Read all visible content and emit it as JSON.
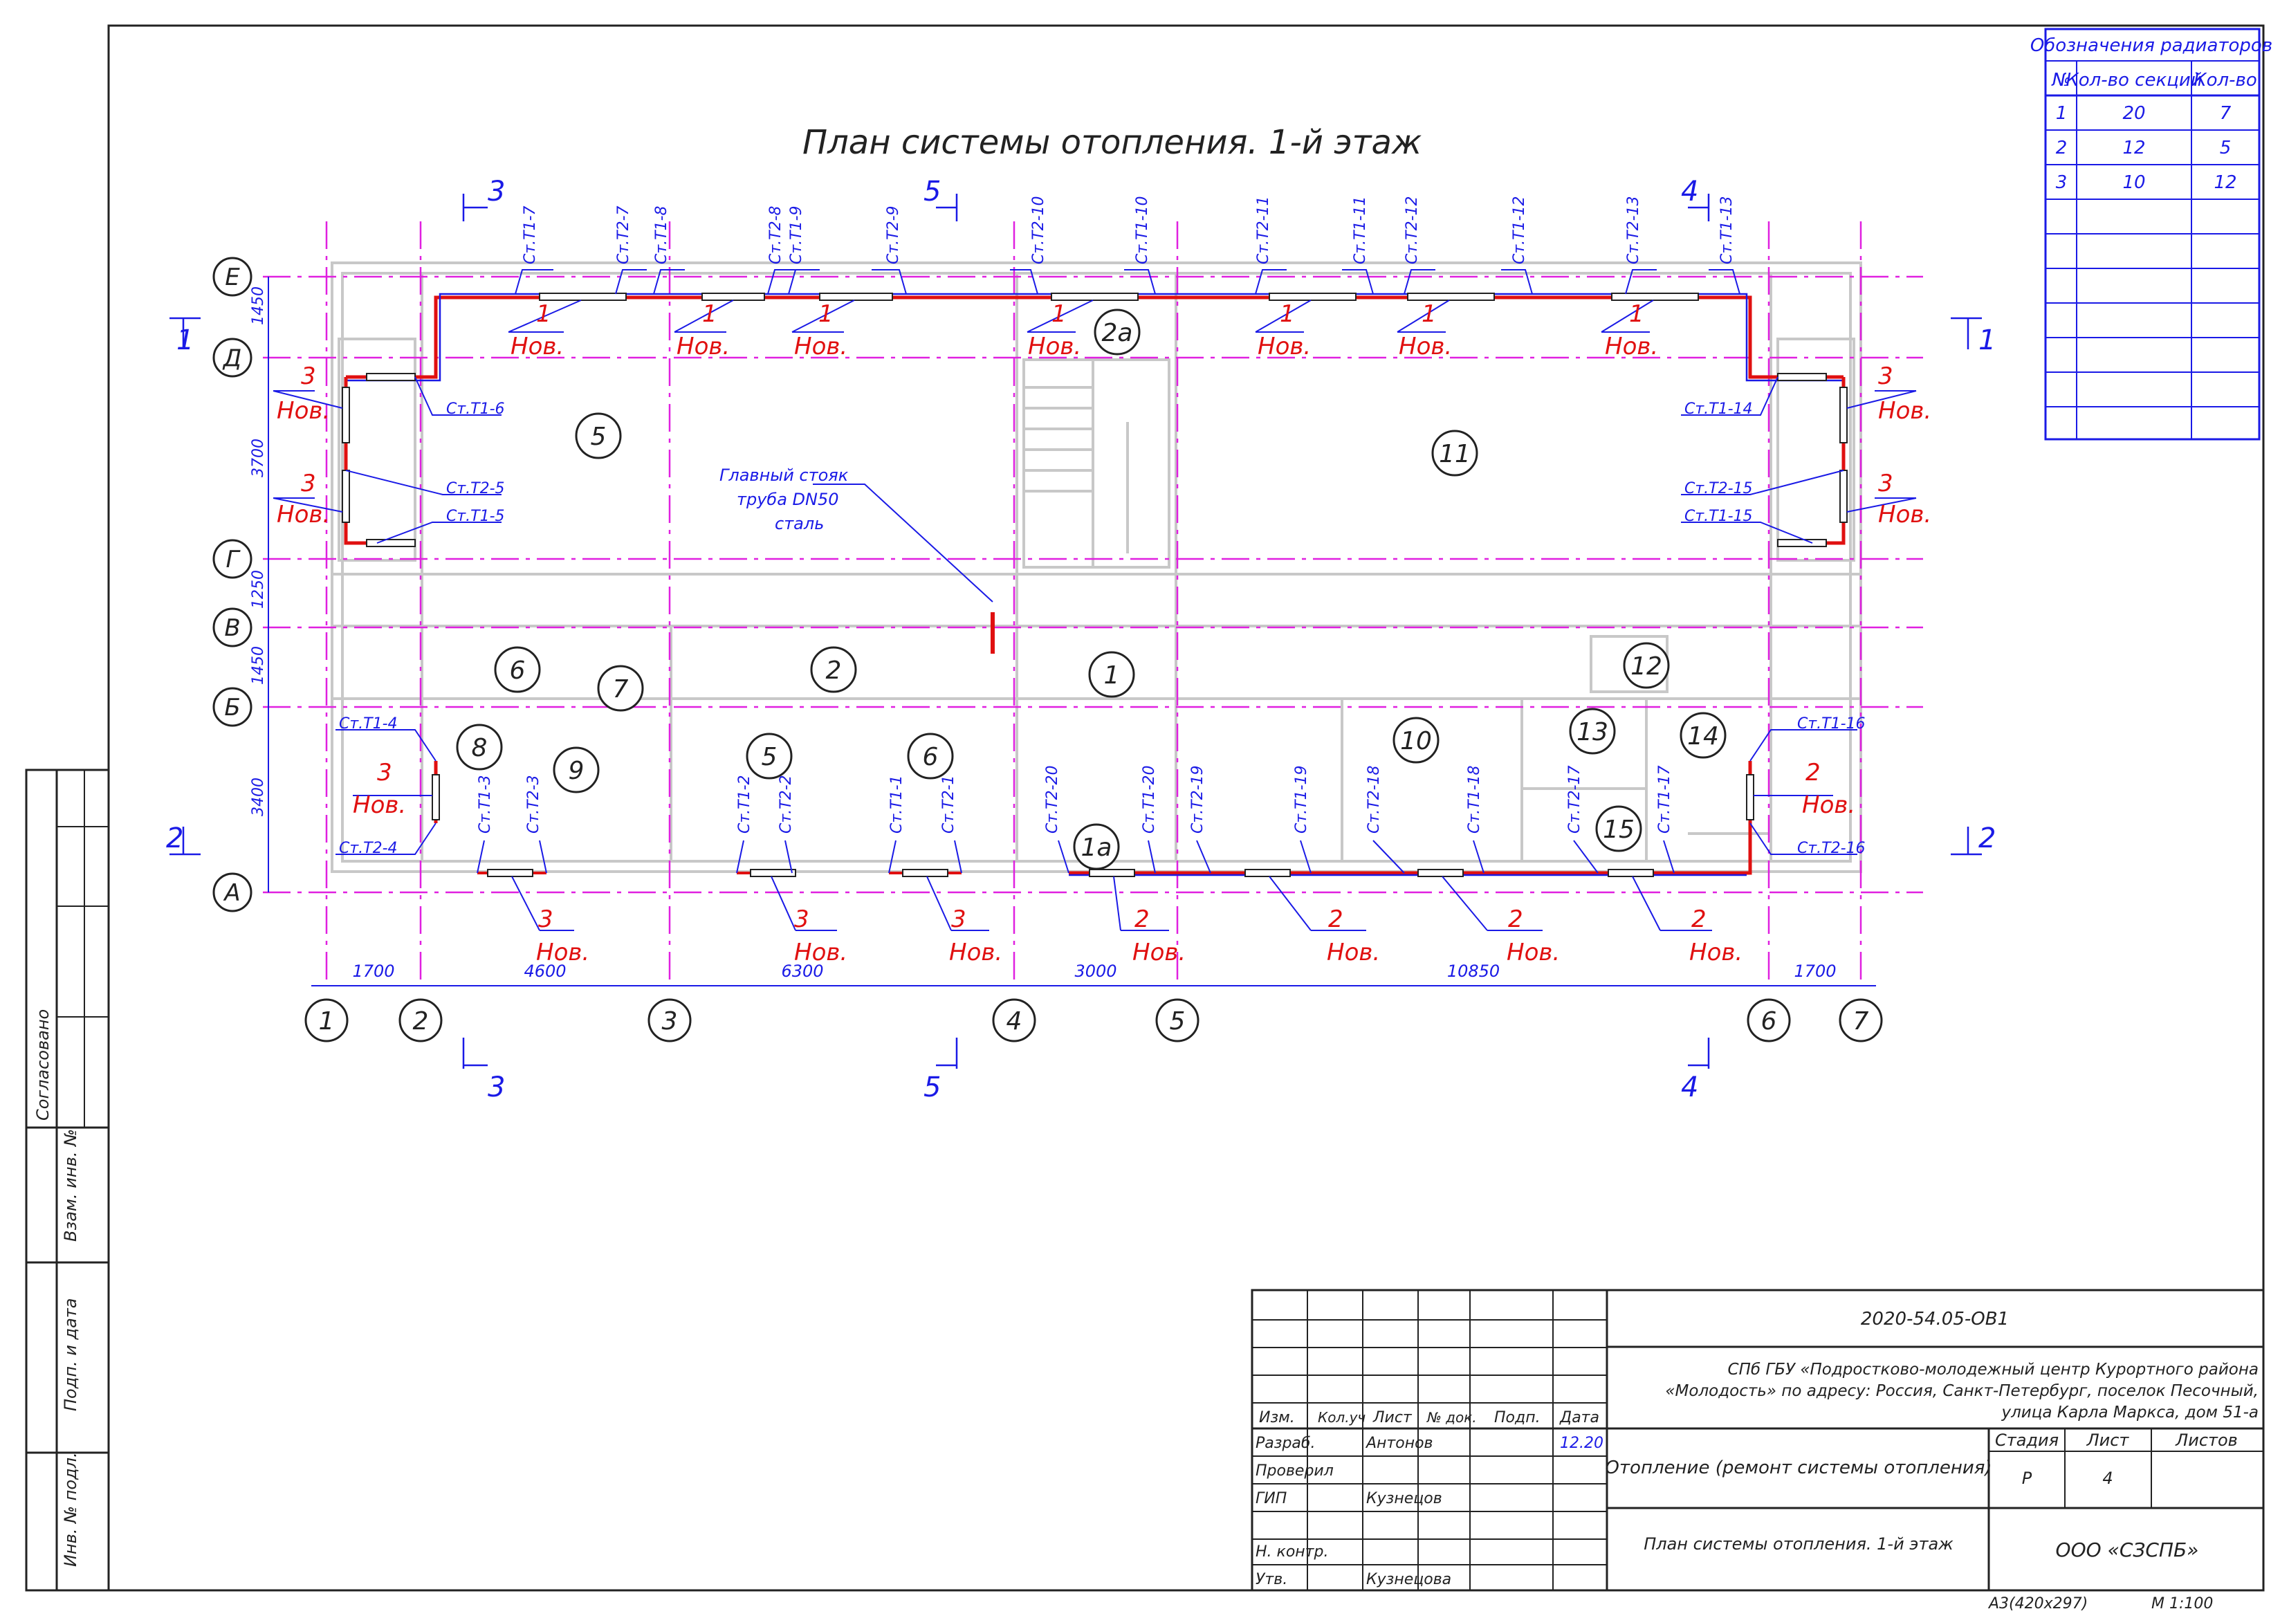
{
  "title": "План системы отопления. 1-й этаж",
  "legend": {
    "title": "Обозначения радиаторов",
    "headers": [
      "№",
      "Кол-во секций",
      "Кол-во"
    ],
    "rows": [
      [
        "1",
        "20",
        "7"
      ],
      [
        "2",
        "12",
        "5"
      ],
      [
        "3",
        "10",
        "12"
      ]
    ]
  },
  "axes_letters": [
    "Е",
    "Д",
    "Г",
    "В",
    "Б",
    "А"
  ],
  "axes_numbers": [
    "1",
    "2",
    "3",
    "4",
    "5",
    "6",
    "7"
  ],
  "left_dims": [
    "1450",
    "3700",
    "1250",
    "1450",
    "3400"
  ],
  "bottom_dims": [
    "1700",
    "4600",
    "6300",
    "3000",
    "10850",
    "1700"
  ],
  "rooms": [
    "5",
    "11",
    "2а",
    "6",
    "7",
    "2",
    "1",
    "12",
    "8",
    "9",
    "5",
    "6",
    "10",
    "13",
    "14",
    "1а",
    "15"
  ],
  "main_riser": [
    "Главный стояк",
    "труба DN50",
    "сталь"
  ],
  "risers_top": [
    "Ст.Т1-7",
    "Ст.Т2-7",
    "Ст.Т1-8",
    "Ст.Т2-8",
    "Ст.Т1-9",
    "Ст.Т2-9",
    "Ст.Т2-10",
    "Ст.Т1-10",
    "Ст.Т2-11",
    "Ст.Т1-11",
    "Ст.Т2-12",
    "Ст.Т1-12",
    "Ст.Т2-13",
    "Ст.Т1-13"
  ],
  "risers_bottom": [
    "Ст.Т1-3",
    "Ст.Т2-3",
    "Ст.Т1-2",
    "Ст.Т2-2",
    "Ст.Т1-1",
    "Ст.Т2-1",
    "Ст.Т2-20",
    "Ст.Т1-20",
    "Ст.Т2-19",
    "Ст.Т1-19",
    "Ст.Т2-18",
    "Ст.Т1-18",
    "Ст.Т2-17",
    "Ст.Т1-17"
  ],
  "risers_side": [
    "Ст.Т1-6",
    "Ст.Т2-5",
    "Ст.Т1-5",
    "Ст.Т1-4",
    "Ст.Т2-4",
    "Ст.Т1-14",
    "Ст.Т2-15",
    "Ст.Т1-15",
    "Ст.Т1-16",
    "Ст.Т2-16"
  ],
  "rad_note": "Нов.",
  "section_marks": [
    "3",
    "5",
    "4",
    "1",
    "2"
  ],
  "stamp": {
    "doc_code": "2020-54.05-ОВ1",
    "object": "СПб ГБУ «Подростково-молодежный центр Курортного района «Молодость» по адресу: Россия, Санкт-Петербург, поселок Песочный, улица Карла Маркса, дом 51-а",
    "section_title": "Отопление (ремонт системы отопления)",
    "sheet_title": "План системы отопления. 1-й этаж",
    "company": "ООО «СЗСПБ»",
    "col_headers": [
      "Изм.",
      "Кол.уч",
      "Лист",
      "№ док.",
      "Подп.",
      "Дата"
    ],
    "roles": [
      "Разраб.",
      "Проверил",
      "ГИП",
      "",
      "Н. контр.",
      "Утв."
    ],
    "names": [
      "Антонов",
      "",
      "Кузнецов",
      "",
      "",
      "Кузнецова"
    ],
    "date": "12.20",
    "stage_headers": [
      "Стадия",
      "Лист",
      "Листов"
    ],
    "stage_values": [
      "Р",
      "4",
      ""
    ],
    "format": "А3(420х297)",
    "scale": "М 1:100"
  },
  "side_stamp": [
    "Согласовано",
    "Взам. инв. №",
    "Подп. и дата",
    "Инв. № подл."
  ],
  "colors": {
    "axis": "#e020e0",
    "supply": "#e01010",
    "return": "#1a1ae6",
    "wall": "#c8c8c8",
    "ink": "#222222"
  }
}
